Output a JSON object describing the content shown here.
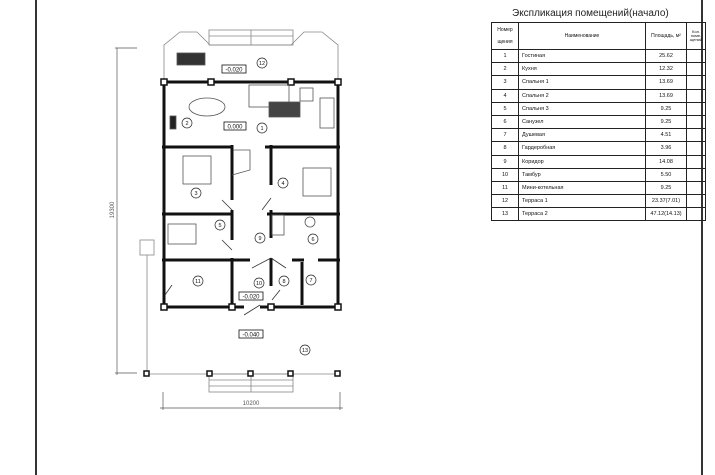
{
  "explication": {
    "title": "Экспликация помещений(начало)",
    "headers": {
      "number_top": "Номер",
      "number_bottom": "щения",
      "name": "Наименование",
      "area": "Площадь, м²",
      "qty": "Кол. поме- щений"
    },
    "rows": [
      {
        "num": "1",
        "name": "Гостиная",
        "area": "25.62"
      },
      {
        "num": "2",
        "name": "Кухня",
        "area": "12.32"
      },
      {
        "num": "3",
        "name": "Спальня 1",
        "area": "13.69"
      },
      {
        "num": "4",
        "name": "Спальня 2",
        "area": "13.69"
      },
      {
        "num": "5",
        "name": "Спальня 3",
        "area": "9.25"
      },
      {
        "num": "6",
        "name": "Санузел",
        "area": "9.25"
      },
      {
        "num": "7",
        "name": "Душевая",
        "area": "4.51"
      },
      {
        "num": "8",
        "name": "Гардеробная",
        "area": "3.96"
      },
      {
        "num": "9",
        "name": "Коридор",
        "area": "14.08"
      },
      {
        "num": "10",
        "name": "Тамбур",
        "area": "5.50"
      },
      {
        "num": "11",
        "name": "Мини-котельная",
        "area": "9.25"
      },
      {
        "num": "12",
        "name": "Терраса 1",
        "area": "23.37(7.01)"
      },
      {
        "num": "13",
        "name": "Терраса 2",
        "area": "47.12(14.13)"
      }
    ]
  },
  "plan": {
    "dim_width": "10200",
    "dim_height": "19300",
    "levels": {
      "terrace1": "-0.020",
      "main": "0.000",
      "entry": "-0.020",
      "terrace2": "-0.040"
    },
    "room_tags": [
      "12",
      "1",
      "2",
      "3",
      "4",
      "5",
      "9",
      "6",
      "11",
      "10",
      "8",
      "7",
      "13"
    ]
  }
}
